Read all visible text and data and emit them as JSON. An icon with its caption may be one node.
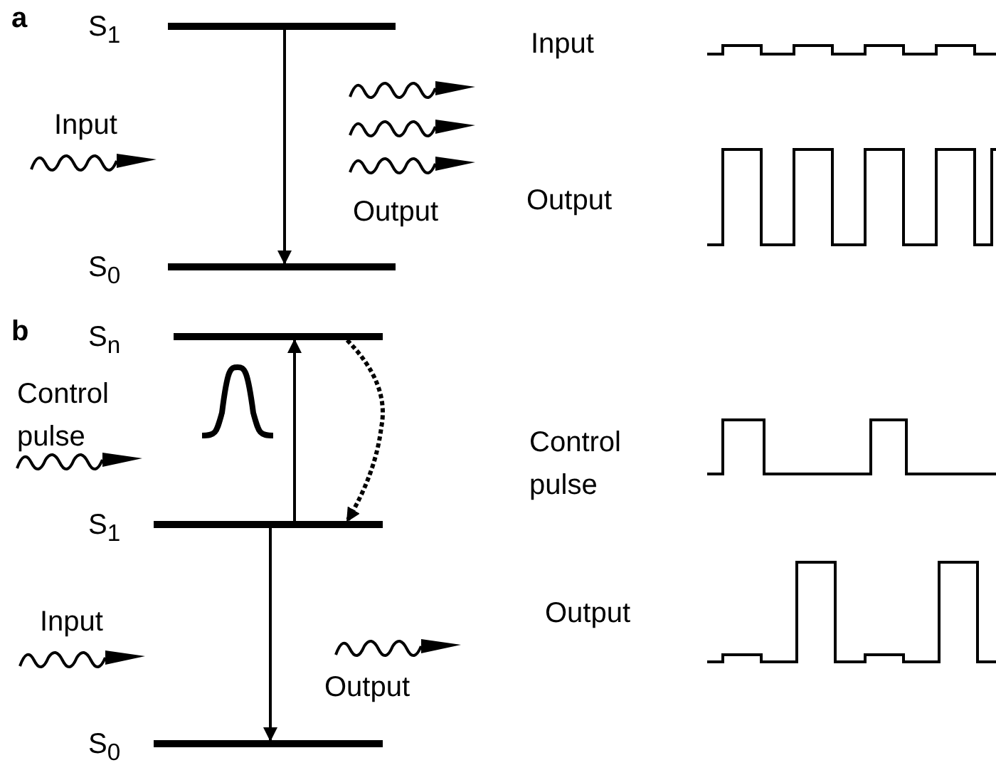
{
  "diagram": {
    "nodes": [
      {
        "text": [],
        "shape": "bar",
        "beside": [
          "S$_{1}$"
        ]
      },
      {
        "text": [],
        "shape": "bar",
        "beside": [
          "S$_{0}$"
        ]
      },
      {
        "text": [],
        "shape": "bar",
        "beside": [
          "S$_{n}$"
        ]
      },
      {
        "text": [],
        "shape": "bar",
        "beside": [
          "S$_{1}$"
        ]
      },
      {
        "text": [],
        "shape": "bar",
        "beside": [
          "S$_{0}$"
        ]
      }
    ],
    "edges": [
      {
        "from": 0,
        "to": 1,
        "arrow": "to"
      },
      {
        "from": 3,
        "to": 2,
        "arrow": "to"
      },
      {
        "from": 2,
        "to": 3,
        "arrow": "to",
        "style": "dashed"
      },
      {
        "from": 3,
        "to": 4,
        "arrow": "to"
      }
    ],
    "labels": [
      "a",
      "Input",
      "Input",
      "Output",
      "Output",
      "b",
      "Control pulse",
      "Control pulse",
      "Input",
      "Output",
      "Output"
    ]
  }
}
